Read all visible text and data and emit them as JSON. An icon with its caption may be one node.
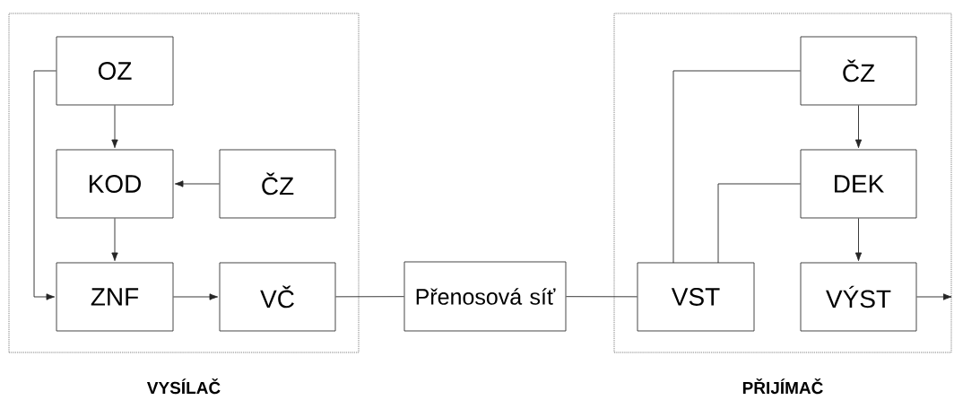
{
  "diagram": {
    "nodes": [
      {
        "text": [
          "VYSÍLAČ"
        ]
      },
      {
        "text": [
          "OZ"
        ],
        "in": 0
      },
      {
        "text": [
          "KOD"
        ],
        "in": 0
      },
      {
        "text": [
          "ČZ"
        ],
        "in": 0
      },
      {
        "text": [
          "ZNF"
        ],
        "in": 0
      },
      {
        "text": [
          "VČ"
        ],
        "in": 0
      },
      {
        "text": [
          "Přenosová síť"
        ]
      },
      {
        "text": [
          "PŘIJÍMAČ"
        ]
      },
      {
        "text": [
          "ČZ"
        ],
        "in": 7
      },
      {
        "text": [
          "DEK"
        ],
        "in": 7
      },
      {
        "text": [
          "VST"
        ],
        "in": 7
      },
      {
        "text": [
          "VÝST"
        ],
        "in": 7
      }
    ],
    "edges": [
      {
        "from": 1,
        "to": 2,
        "arrow": "to"
      },
      {
        "from": 3,
        "to": 2,
        "arrow": "to"
      },
      {
        "from": 2,
        "to": 4,
        "arrow": "to"
      },
      {
        "from": 1,
        "to": 4,
        "arrow": "to"
      },
      {
        "from": 4,
        "to": 5,
        "arrow": "to"
      },
      {
        "from": 5,
        "to": 6,
        "arrow": "none"
      },
      {
        "from": 6,
        "to": 10,
        "arrow": "none"
      },
      {
        "from": 8,
        "to": 10,
        "arrow": "none"
      },
      {
        "from": 9,
        "to": 10,
        "arrow": "none"
      },
      {
        "from": 8,
        "to": 9,
        "arrow": "to"
      },
      {
        "from": 9,
        "to": 11,
        "arrow": "to"
      },
      {
        "from": 11,
        "to": null,
        "arrow": "to"
      }
    ]
  }
}
